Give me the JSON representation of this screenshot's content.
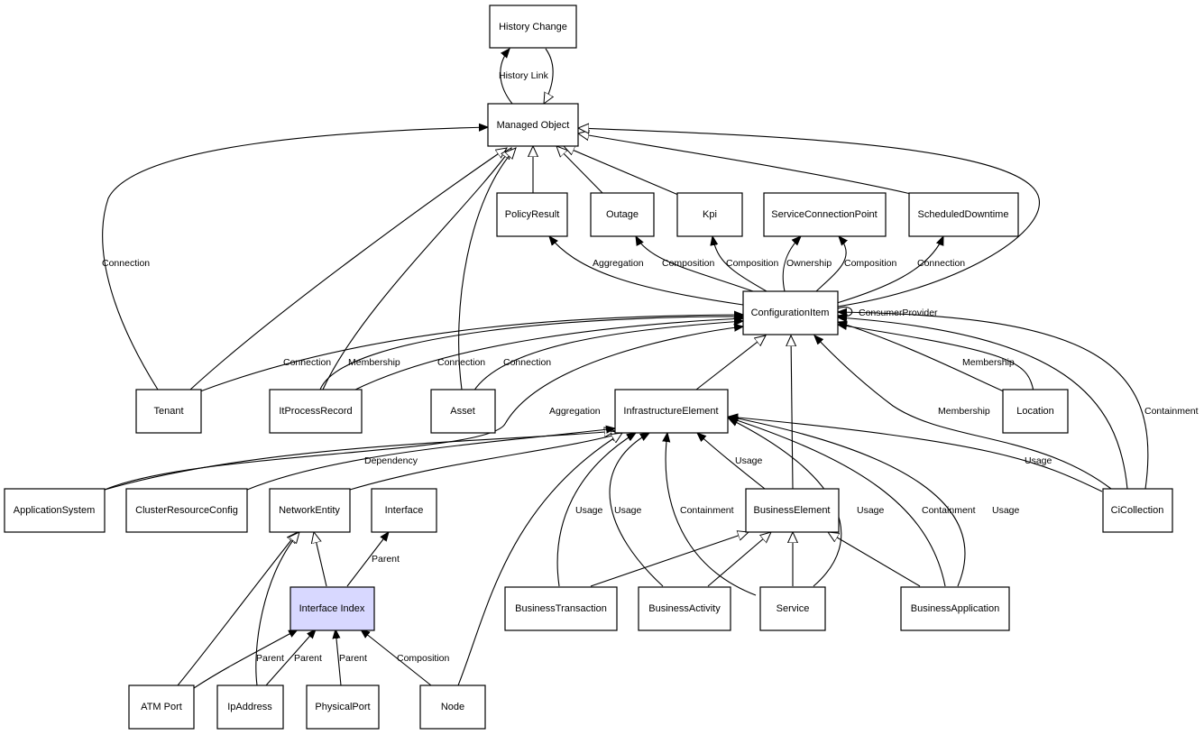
{
  "diagram": {
    "nodes": {
      "history_change": "History Change",
      "managed_object": "Managed Object",
      "policy_result": "PolicyResult",
      "outage": "Outage",
      "kpi": "Kpi",
      "service_connection_point": "ServiceConnectionPoint",
      "scheduled_downtime": "ScheduledDowntime",
      "configuration_item": "ConfigurationItem",
      "tenant": "Tenant",
      "it_process_record": "ItProcessRecord",
      "asset": "Asset",
      "infrastructure_element": "InfrastructureElement",
      "location": "Location",
      "application_system": "ApplicationSystem",
      "cluster_resource_config": "ClusterResourceConfig",
      "network_entity": "NetworkEntity",
      "interface": "Interface",
      "business_element": "BusinessElement",
      "ci_collection": "CiCollection",
      "interface_index": "Interface Index",
      "business_transaction": "BusinessTransaction",
      "business_activity": "BusinessActivity",
      "service": "Service",
      "business_application": "BusinessApplication",
      "atm_port": "ATM Port",
      "ip_address": "IpAddress",
      "physical_port": "PhysicalPort",
      "node": "Node"
    },
    "edge_labels": {
      "history_link": "History Link",
      "tenant_mo_connection": "Connection",
      "ci_policy_aggregation": "Aggregation",
      "ci_outage_composition": "Composition",
      "ci_kpi_composition": "Composition",
      "ci_scp_ownership": "Ownership",
      "ci_scp_composition": "Composition",
      "ci_sd_connection": "Connection",
      "ci_consumer_provider": "ConsumerProvider",
      "tenant_ci_connection": "Connection",
      "itpr_ci_membership": "Membership",
      "itpr_ci_connection": "Connection",
      "asset_ci_connection": "Connection",
      "appsys_ci_aggregation": "Aggregation",
      "location_ci_membership": "Membership",
      "cicoll_ci_membership": "Membership",
      "cicoll_ci_containment": "Containment",
      "cluster_ie_dependency": "Dependency",
      "be_ie_usage": "Usage",
      "cicoll_ie_usage": "Usage",
      "bt_ie_usage": "Usage",
      "ba_ie_usage": "Usage",
      "service_ie_containment": "Containment",
      "service_ie_usage": "Usage",
      "bapp_ie_containment": "Containment",
      "bapp_ie_usage": "Usage",
      "ii_interface_parent": "Parent",
      "atm_ii_parent": "Parent",
      "ip_ii_parent": "Parent",
      "pp_ii_parent": "Parent",
      "node_ii_composition": "Composition"
    }
  }
}
